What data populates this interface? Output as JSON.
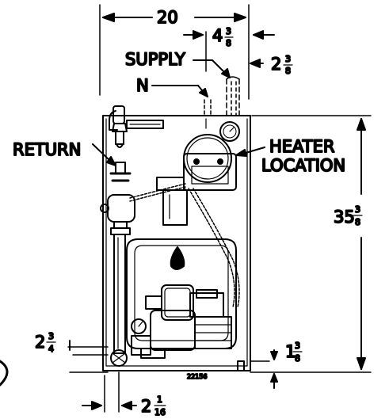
{
  "diagram": {
    "labels": {
      "width": "20",
      "supply": "SUPPLY",
      "n": "N",
      "return": "RETURN",
      "heater_line1": "HEATER",
      "heater_line2": "LOCATION",
      "part_number": "22156"
    },
    "dimensions": {
      "top_offset": {
        "whole": "4",
        "num": "3",
        "den": "8"
      },
      "side_offset": {
        "whole": "2",
        "num": "3",
        "den": "8"
      },
      "height": {
        "whole": "35",
        "num": "3",
        "den": "8"
      },
      "return_height": {
        "whole": "2",
        "num": "3",
        "den": "4"
      },
      "base_height": {
        "whole": "1",
        "num": "3",
        "den": "8"
      },
      "return_offset": {
        "whole": "2",
        "num": "1",
        "den": "16"
      }
    },
    "colors": {
      "ink": "#000000",
      "paper": "#ffffff"
    }
  }
}
